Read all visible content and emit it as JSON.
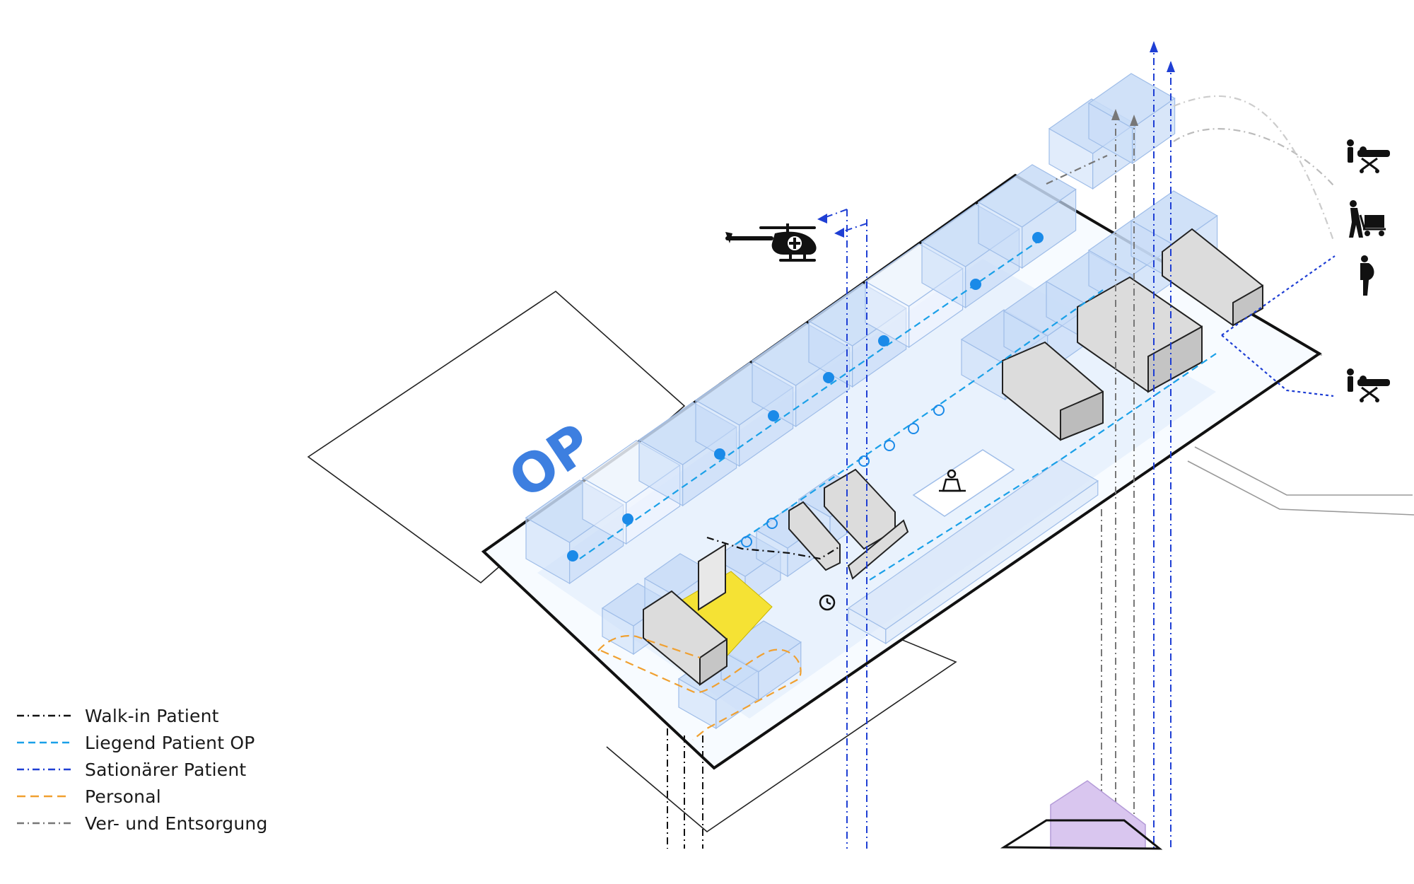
{
  "title_label": "OP",
  "colors": {
    "walkin": "#111111",
    "liegend": "#1aa0e8",
    "stationaer": "#1f3fd4",
    "personal": "#f0a030",
    "versorgung": "#777777",
    "room_fill": "#c8dcf7",
    "room_stroke": "#9fbde8",
    "highlight_yellow": "#f5e234",
    "core_grey": "#d8d8d8",
    "lower_floor": "#d9c6ef"
  },
  "legend": [
    {
      "key": "walkin",
      "label": "Walk-in Patient",
      "dash": "10 5 2 5"
    },
    {
      "key": "liegend",
      "label": "Liegend Patient OP",
      "dash": "10 6"
    },
    {
      "key": "stationaer",
      "label": "Sationärer Patient",
      "dash": "10 5 2 5"
    },
    {
      "key": "personal",
      "label": "Personal",
      "dash": "12 7"
    },
    {
      "key": "versorgung",
      "label": "Ver- und Entsorgung",
      "dash": "10 5 2 5"
    }
  ],
  "icons": {
    "helicopter": "helicopter-icon",
    "stretcher_top": "stretcher-icon",
    "cart": "supply-cart-icon",
    "pregnant": "pregnant-woman-icon",
    "stretcher_bottom": "stretcher-icon",
    "waiting": "waiting-person-icon",
    "clock": "clock-icon"
  }
}
